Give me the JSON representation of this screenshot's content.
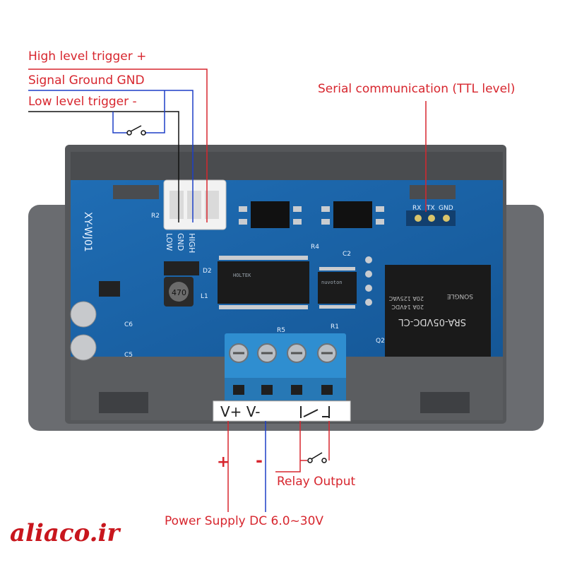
{
  "labels": {
    "high_trigger": "High level trigger +",
    "signal_ground": "Signal Ground GND",
    "low_trigger": "Low level trigger -",
    "serial": "Serial communication (TTL level)",
    "plus": "+",
    "minus": "-",
    "relay_output": "Relay Output",
    "power_supply": "Power Supply DC 6.0~30V"
  },
  "board": {
    "model": "XY-WJ01",
    "header_pins": [
      "HIGH",
      "GND",
      "LOW"
    ],
    "serial_pins": [
      "RX",
      "TX",
      "GND"
    ],
    "inductor": "470",
    "relay_brand": "SRA-05VDC-CL",
    "relay_rating_1": "20A 14VDC",
    "relay_rating_2": "20A 125VAC",
    "relay_maker": "SONGLE",
    "terminal_label": "V+ V- ",
    "refs": {
      "r2": "R2",
      "d2": "D2",
      "l1": "L1",
      "c6": "C6",
      "c5": "C5",
      "r4": "R4",
      "c2": "C2",
      "r5": "R5",
      "r1": "R1",
      "q2": "Q2"
    },
    "chip1": "HOLTEK",
    "chip2": "nuvoton"
  },
  "brand": "aliaco.ir",
  "colors": {
    "red": "#d7262e",
    "blue": "#1d3fc7",
    "pcb": "#1a63a8",
    "case": "#5b5d60",
    "terminal": "#2f8ed0"
  }
}
